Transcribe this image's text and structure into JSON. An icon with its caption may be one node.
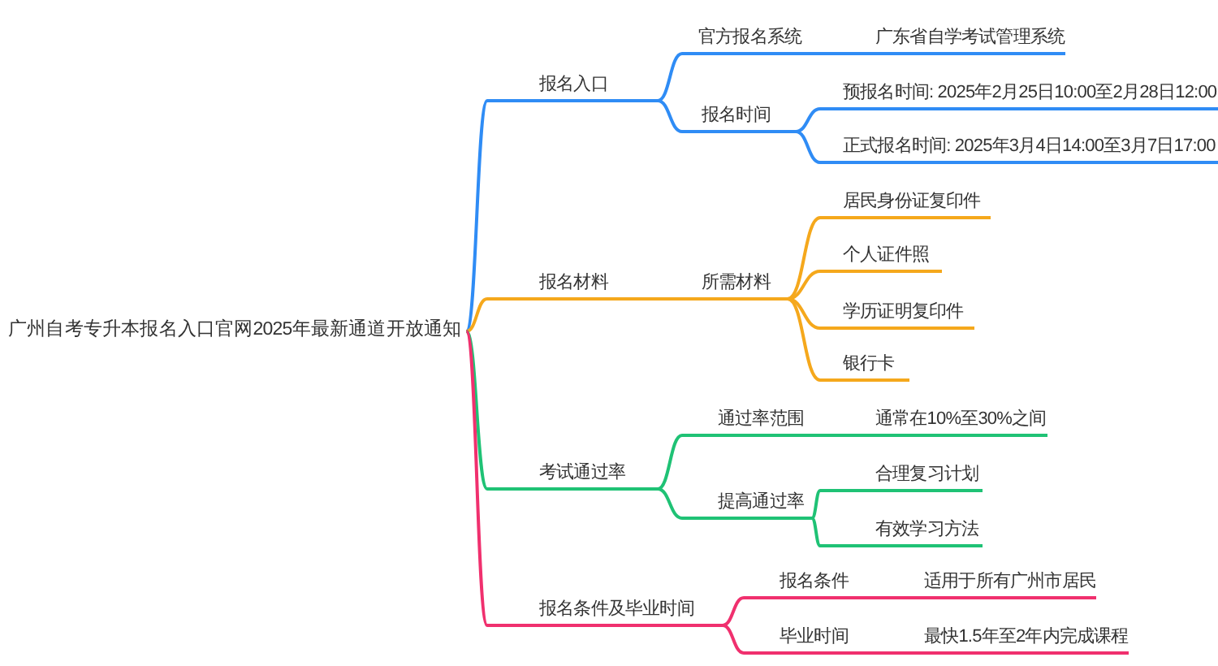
{
  "diagram": {
    "nodes": [
      {
        "text": [
          "广州自考专升本报名入口官网2025年最新通道开放通知"
        ]
      },
      {
        "text": [
          "报名入口"
        ]
      },
      {
        "text": [
          "官方报名系统"
        ]
      },
      {
        "text": [
          "广东省自学考试管理系统"
        ]
      },
      {
        "text": [
          "报名时间"
        ]
      },
      {
        "text": [
          "预报名时间: 2025年2月25日10:00至2月28日12:00"
        ]
      },
      {
        "text": [
          "正式报名时间: 2025年3月4日14:00至3月7日17:00"
        ]
      },
      {
        "text": [
          "报名材料"
        ]
      },
      {
        "text": [
          "所需材料"
        ]
      },
      {
        "text": [
          "居民身份证复印件"
        ]
      },
      {
        "text": [
          "个人证件照"
        ]
      },
      {
        "text": [
          "学历证明复印件"
        ]
      },
      {
        "text": [
          "银行卡"
        ]
      },
      {
        "text": [
          "考试通过率"
        ]
      },
      {
        "text": [
          "通过率范围"
        ]
      },
      {
        "text": [
          "通常在10%至30%之间"
        ]
      },
      {
        "text": [
          "提高通过率"
        ]
      },
      {
        "text": [
          "合理复习计划"
        ]
      },
      {
        "text": [
          "有效学习方法"
        ]
      },
      {
        "text": [
          "报名条件及毕业时间"
        ]
      },
      {
        "text": [
          "报名条件"
        ]
      },
      {
        "text": [
          "适用于所有广州市居民"
        ]
      },
      {
        "text": [
          "毕业时间"
        ]
      },
      {
        "text": [
          "最快1.5年至2年内完成课程"
        ]
      }
    ],
    "edges": [
      {
        "from": 0,
        "to": 1,
        "arrow": "none",
        "color": "#2f8cf5"
      },
      {
        "from": 1,
        "to": 2,
        "arrow": "none",
        "color": "#2f8cf5"
      },
      {
        "from": 2,
        "to": 3,
        "arrow": "none",
        "color": "#2f8cf5"
      },
      {
        "from": 1,
        "to": 4,
        "arrow": "none",
        "color": "#2f8cf5"
      },
      {
        "from": 4,
        "to": 5,
        "arrow": "none",
        "color": "#2f8cf5"
      },
      {
        "from": 4,
        "to": 6,
        "arrow": "none",
        "color": "#2f8cf5"
      },
      {
        "from": 0,
        "to": 7,
        "arrow": "none",
        "color": "#f5a81c"
      },
      {
        "from": 7,
        "to": 8,
        "arrow": "none",
        "color": "#f5a81c"
      },
      {
        "from": 8,
        "to": 9,
        "arrow": "none",
        "color": "#f5a81c"
      },
      {
        "from": 8,
        "to": 10,
        "arrow": "none",
        "color": "#f5a81c"
      },
      {
        "from": 8,
        "to": 11,
        "arrow": "none",
        "color": "#f5a81c"
      },
      {
        "from": 8,
        "to": 12,
        "arrow": "none",
        "color": "#f5a81c"
      },
      {
        "from": 0,
        "to": 13,
        "arrow": "none",
        "color": "#1fc275"
      },
      {
        "from": 13,
        "to": 14,
        "arrow": "none",
        "color": "#1fc275"
      },
      {
        "from": 14,
        "to": 15,
        "arrow": "none",
        "color": "#1fc275"
      },
      {
        "from": 13,
        "to": 16,
        "arrow": "none",
        "color": "#1fc275"
      },
      {
        "from": 16,
        "to": 17,
        "arrow": "none",
        "color": "#1fc275"
      },
      {
        "from": 16,
        "to": 18,
        "arrow": "none",
        "color": "#1fc275"
      },
      {
        "from": 0,
        "to": 19,
        "arrow": "none",
        "color": "#f0306e"
      },
      {
        "from": 19,
        "to": 20,
        "arrow": "none",
        "color": "#f0306e"
      },
      {
        "from": 20,
        "to": 21,
        "arrow": "none",
        "color": "#f0306e"
      },
      {
        "from": 19,
        "to": 22,
        "arrow": "none",
        "color": "#f0306e"
      },
      {
        "from": 22,
        "to": 23,
        "arrow": "none",
        "color": "#f0306e"
      }
    ]
  }
}
